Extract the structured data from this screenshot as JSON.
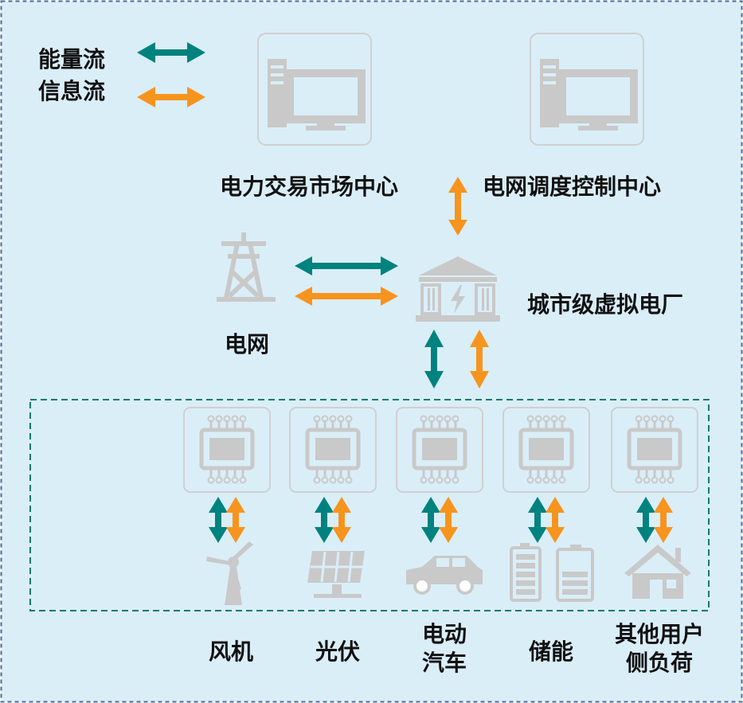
{
  "legend": {
    "energy_flow": "能量流",
    "info_flow": "信息流"
  },
  "nodes": {
    "market_center": "电力交易市场中心",
    "dispatch_center": "电网调度控制中心",
    "grid": "电网",
    "vpp": "城市级虚拟电厂"
  },
  "devices": [
    {
      "label": "风机",
      "icon": "wind-turbine-icon"
    },
    {
      "label": "光伏",
      "icon": "solar-panel-icon"
    },
    {
      "label_line1": "电动",
      "label_line2": "汽车",
      "icon": "car-icon"
    },
    {
      "label": "储能",
      "icon": "battery-icon"
    },
    {
      "label_line1": "其他用户",
      "label_line2": "侧负荷",
      "icon": "house-icon"
    }
  ],
  "colors": {
    "background": "#daeef8",
    "border": "#4a6f9a",
    "energy_arrow": "#00827f",
    "info_arrow": "#f7941d",
    "icon_gray": "#c9c9c9",
    "device_box_border": "#0d7a6e"
  }
}
